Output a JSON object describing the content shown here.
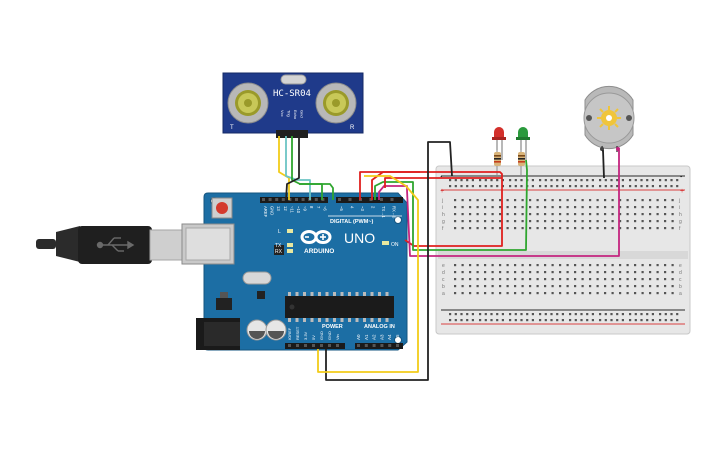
{
  "sensor": {
    "model": "HC-SR04",
    "pins": [
      "Vcc",
      "Trig",
      "Echo",
      "Gnd"
    ],
    "corner_left": "T",
    "corner_right": "R"
  },
  "arduino": {
    "brand": "ARDUINO",
    "model": "UNO",
    "digital_header": "DIGITAL (PWM~)",
    "power_header": "POWER",
    "analog_header": "ANALOG IN",
    "on_label": "ON",
    "led_L": "L",
    "led_TX": "TX",
    "led_RX": "RX",
    "digital_pins": [
      "AREF",
      "GND",
      "13",
      "12",
      "~11",
      "~10",
      "~9",
      "8",
      "7",
      "~6",
      "~5",
      "4",
      "~3",
      "2",
      "TX→1",
      "RX←0"
    ],
    "power_pins": [
      "IOREF",
      "RESET",
      "3.3V",
      "5V",
      "GND",
      "GND",
      "Vin"
    ],
    "analog_pins": [
      "A0",
      "A1",
      "A2",
      "A3",
      "A4",
      "A5"
    ]
  },
  "breadboard": {
    "row_letters_top": [
      "j",
      "i",
      "h",
      "g",
      "f"
    ],
    "row_letters_bottom": [
      "e",
      "d",
      "c",
      "b",
      "a"
    ],
    "rail_plus": "+",
    "rail_minus": "-"
  },
  "colors": {
    "board": "#1c6ea4",
    "red_wire": "#e0201f",
    "green_wire": "#2fa62f",
    "yellow_wire": "#f2cc1a",
    "black_wire": "#222222",
    "magenta_wire": "#c4257f",
    "teal_wire": "#6cc4c4",
    "led_red": "#d3302b",
    "led_green": "#2a9a3c"
  }
}
